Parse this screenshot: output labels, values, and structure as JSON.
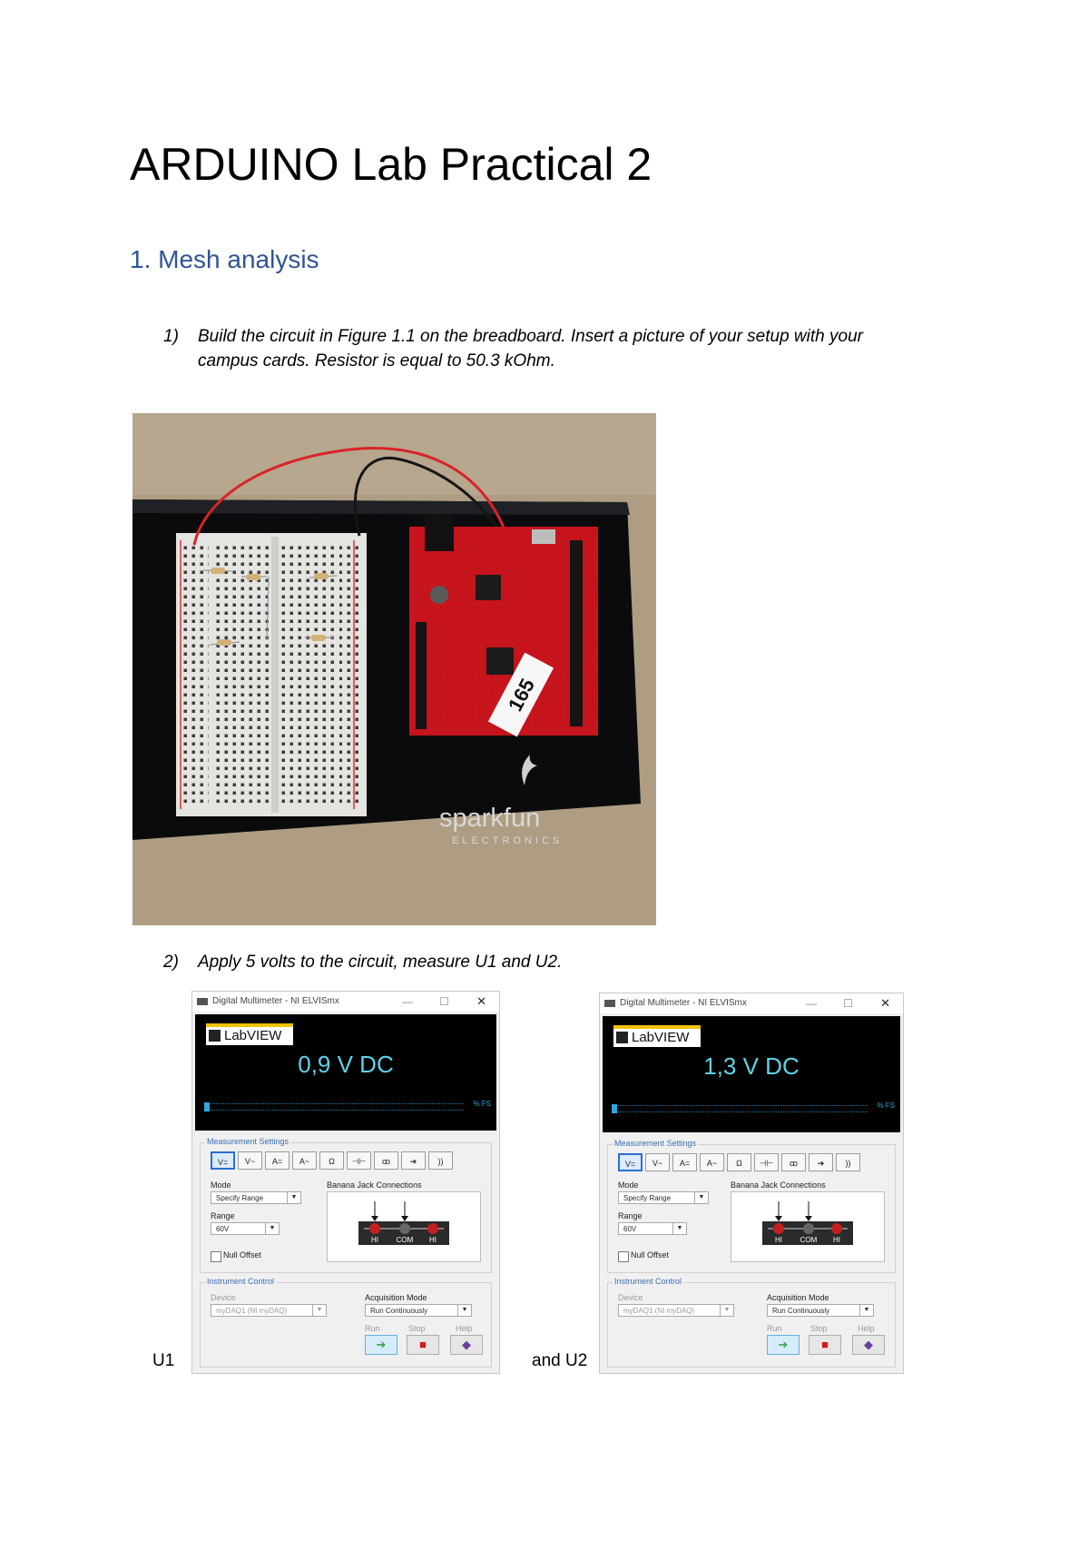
{
  "title": "ARDUINO Lab Practical 2",
  "section": "1. Mesh analysis",
  "items": [
    {
      "num": "1)",
      "text": "Build the circuit in Figure 1.1 on the breadboard.  Insert a picture of your setup with your campus cards.  Resistor is equal to 50.3 kOhm."
    },
    {
      "num": "2)",
      "text": "Apply 5 volts to the circuit, measure U1 and U2."
    }
  ],
  "photo": {
    "card_number": "165",
    "logo": "sparkfun",
    "logo_sub": "ELECTRONICS"
  },
  "captions": {
    "u1": "U1",
    "u2": "and U2"
  },
  "multimeters": [
    {
      "window_title": "Digital Multimeter - NI ELVISmx",
      "logo": "LabVIEW",
      "reading": "0,9 V DC",
      "fs_label": "% FS",
      "measurement_settings": "Measurement Settings",
      "mode_buttons": [
        "V=",
        "V~",
        "A=",
        "A~",
        "Ω",
        "⊣⊢",
        "ꝏ",
        "➔",
        "))"
      ],
      "mode_label": "Mode",
      "mode_value": "Specify Range",
      "range_label": "Range",
      "range_value": "60V",
      "null_offset": "Null Offset",
      "banana_label": "Banana Jack Connections",
      "jacks": [
        "HI",
        "COM",
        "HI"
      ],
      "instrument_control": "Instrument Control",
      "device_label": "Device",
      "device_value": "myDAQ1 (NI myDAQ)",
      "acq_label": "Acquisition Mode",
      "acq_value": "Run Continuously",
      "run": "Run",
      "stop": "Stop",
      "help": "Help"
    },
    {
      "window_title": "Digital Multimeter - NI ELVISmx",
      "logo": "LabVIEW",
      "reading": "1,3 V DC",
      "fs_label": "% FS",
      "measurement_settings": "Measurement Settings",
      "mode_buttons": [
        "V=",
        "V~",
        "A=",
        "A~",
        "Ω",
        "⊣⊢",
        "ꝏ",
        "➔",
        "))"
      ],
      "mode_label": "Mode",
      "mode_value": "Specify Range",
      "range_label": "Range",
      "range_value": "60V",
      "null_offset": "Null Offset",
      "banana_label": "Banana Jack Connections",
      "jacks": [
        "HI",
        "COM",
        "HI"
      ],
      "instrument_control": "Instrument Control",
      "device_label": "Device",
      "device_value": "myDAQ1 (NI myDAQ)",
      "acq_label": "Acquisition Mode",
      "acq_value": "Run Continuously",
      "run": "Run",
      "stop": "Stop",
      "help": "Help"
    }
  ]
}
